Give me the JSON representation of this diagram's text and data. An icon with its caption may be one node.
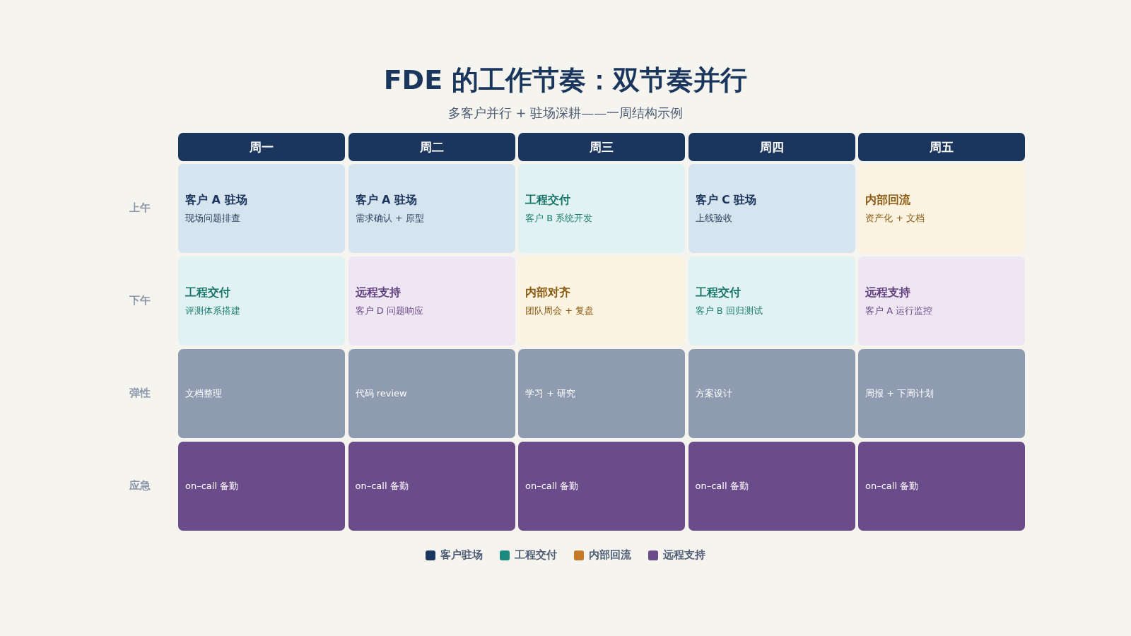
{
  "diagram": {
    "title": "FDE 的工作节奏：双节奏并行",
    "caption": "多客户并行 + 驻场深耕——一周结构示例",
    "nodes": [
      {
        "text": [
          "周一"
        ]
      },
      {
        "text": [
          "周二"
        ]
      },
      {
        "text": [
          "周三"
        ]
      },
      {
        "text": [
          "周四"
        ]
      },
      {
        "text": [
          "周五"
        ]
      },
      {
        "text": [
          "客户 A 驻场",
          "现场问题排查"
        ]
      },
      {
        "text": [
          "客户 A 驻场",
          "需求确认 + 原型"
        ]
      },
      {
        "text": [
          "工程交付",
          "客户 B 系统开发"
        ]
      },
      {
        "text": [
          "客户 C 驻场",
          "上线验收"
        ]
      },
      {
        "text": [
          "内部回流",
          "资产化 + 文档"
        ]
      },
      {
        "text": [
          "工程交付",
          "评测体系搭建"
        ]
      },
      {
        "text": [
          "远程支持",
          "客户 D 问题响应"
        ]
      },
      {
        "text": [
          "内部对齐",
          "团队周会 + 复盘"
        ]
      },
      {
        "text": [
          "工程交付",
          "客户 B 回归测试"
        ]
      },
      {
        "text": [
          "远程支持",
          "客户 A 运行监控"
        ]
      },
      {
        "text": [
          "文档整理"
        ]
      },
      {
        "text": [
          "代码 review"
        ]
      },
      {
        "text": [
          "学习 + 研究"
        ]
      },
      {
        "text": [
          "方案设计"
        ]
      },
      {
        "text": [
          "周报 + 下周计划"
        ]
      },
      {
        "text": [
          "on–call 备勤"
        ]
      },
      {
        "text": [
          "on–call 备勤"
        ]
      },
      {
        "text": [
          "on–call 备勤"
        ]
      },
      {
        "text": [
          "on–call 备勤"
        ]
      },
      {
        "text": [
          "on–call 备勤"
        ]
      }
    ],
    "labels": [
      "上午",
      "下午",
      "弹性",
      "应急"
    ],
    "legend": [
      {
        "text": "客户驻场",
        "color": "#1b365d"
      },
      {
        "text": "工程交付",
        "color": "#1a8a7e"
      },
      {
        "text": "内部回流",
        "color": "#c47a26"
      },
      {
        "text": "远程支持",
        "color": "#6b4c8a"
      }
    ]
  }
}
